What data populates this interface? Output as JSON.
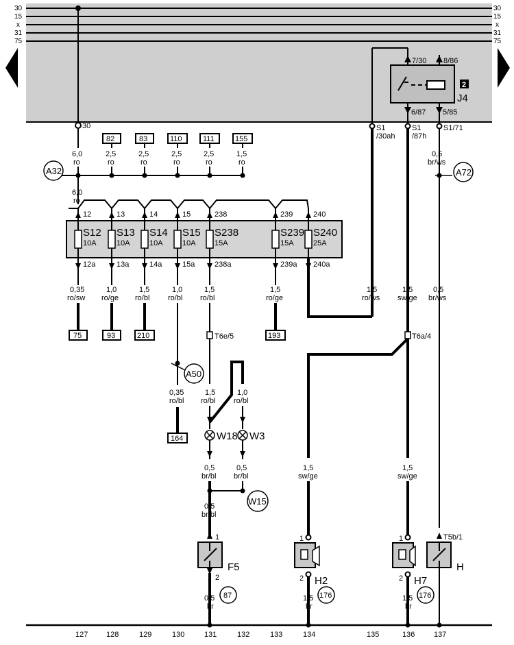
{
  "colors": {
    "relay_band": "#cfcfcf",
    "fuse_band": "#d4d4d4",
    "wire": "#000000",
    "background": "#ffffff"
  },
  "bus_labels": [
    "30",
    "15",
    "x",
    "31",
    "75"
  ],
  "pin30_label": "30",
  "relay": {
    "name": "J4",
    "number": "2",
    "pins": [
      "7/30",
      "8/86",
      "6/87",
      "5/85"
    ],
    "outputs": [
      {
        "pin": "S1",
        "term": "/30ah"
      },
      {
        "pin": "S1",
        "term": "/87h"
      },
      {
        "pin": "S1/71",
        "term": ""
      }
    ]
  },
  "terminal_boxes_top": [
    "82",
    "83",
    "110",
    "111",
    "155"
  ],
  "wires_top": [
    {
      "gauge": "6,0",
      "color": "ro"
    },
    {
      "gauge": "2,5",
      "color": "ro"
    },
    {
      "gauge": "2,5",
      "color": "ro"
    },
    {
      "gauge": "2,5",
      "color": "ro"
    },
    {
      "gauge": "2,5",
      "color": "ro"
    },
    {
      "gauge": "1,5",
      "color": "ro"
    }
  ],
  "wire_feed": {
    "gauge": "6,0",
    "color": "ro"
  },
  "wire_relay_out": {
    "gauge": "0,5",
    "color": "br/ws"
  },
  "connectors": [
    "A32",
    "A72",
    "A50",
    "W15",
    "87",
    "176",
    "176"
  ],
  "fuses": [
    {
      "name": "S12",
      "rating": "10A",
      "in": "12",
      "out": "12a"
    },
    {
      "name": "S13",
      "rating": "10A",
      "in": "13",
      "out": "13a"
    },
    {
      "name": "S14",
      "rating": "10A",
      "in": "14",
      "out": "14a"
    },
    {
      "name": "S15",
      "rating": "10A",
      "in": "15",
      "out": "15a"
    },
    {
      "name": "S238",
      "rating": "15A",
      "in": "238",
      "out": "238a"
    },
    {
      "name": "S239",
      "rating": "15A",
      "in": "239",
      "out": "239a"
    },
    {
      "name": "S240",
      "rating": "25A",
      "in": "240",
      "out": "240a"
    }
  ],
  "wires_fuse_out": [
    {
      "gauge": "0,35",
      "color": "ro/sw"
    },
    {
      "gauge": "1,0",
      "color": "ro/ge"
    },
    {
      "gauge": "1,5",
      "color": "ro/bl"
    },
    {
      "gauge": "1,0",
      "color": "ro/bl"
    },
    {
      "gauge": "1,5",
      "color": "ro/bl"
    },
    {
      "gauge": "1,5",
      "color": "ro/ge"
    },
    {
      "gauge": "1,5",
      "color": "ro/ws"
    },
    {
      "gauge": "1,5",
      "color": "sw/ge"
    },
    {
      "gauge": "0,5",
      "color": "br/ws"
    }
  ],
  "terminal_boxes_mid": [
    "75",
    "93",
    "210",
    "193"
  ],
  "plug_left": "T6e/5",
  "plug_right": "T6a/4",
  "wire_a50": {
    "gauge": "0,35",
    "color": "ro/bl"
  },
  "box_164": "164",
  "wire_w18_in": {
    "gauge": "1,5",
    "color": "ro/bl"
  },
  "wire_w3_in": {
    "gauge": "1,0",
    "color": "ro/bl"
  },
  "lamps": [
    "W18",
    "W3"
  ],
  "wires_lamp_out": [
    {
      "gauge": "0,5",
      "color": "br/bl"
    },
    {
      "gauge": "0,5",
      "color": "br/bl"
    }
  ],
  "wire_f5_in": {
    "gauge": "0,5",
    "color": "br/bl"
  },
  "wire_h2_in": {
    "gauge": "1,5",
    "color": "sw/ge"
  },
  "wire_h7_in": {
    "gauge": "1,5",
    "color": "sw/ge"
  },
  "components": [
    "F5",
    "H2",
    "H7",
    "H"
  ],
  "pin_labels": {
    "f5_top": "1",
    "f5_bot": "2",
    "h2_top": "1",
    "h2_bot": "2",
    "h7_top": "1",
    "h7_bot": "2",
    "h_top": "T5b/1"
  },
  "wires_bottom": [
    {
      "gauge": "0,5",
      "color": "br"
    },
    {
      "gauge": "1,5",
      "color": "br"
    },
    {
      "gauge": "1,5",
      "color": "br"
    }
  ],
  "column_numbers": [
    "127",
    "128",
    "129",
    "130",
    "131",
    "132",
    "133",
    "134",
    "135",
    "136",
    "137"
  ]
}
